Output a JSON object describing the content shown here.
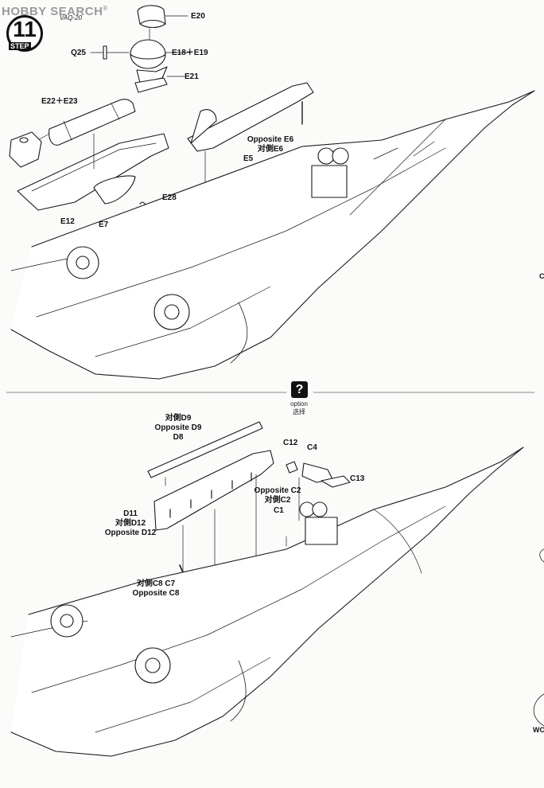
{
  "watermark": {
    "text": "HOBBY SEARCH",
    "reg": "®"
  },
  "step": {
    "number": "11",
    "word": "STEP"
  },
  "top_note": "VAQ-20",
  "option": {
    "icon": "?",
    "label_en": "option",
    "label_zh": "选择"
  },
  "upper_parts": {
    "e20": "E20",
    "e18_e19": "E18＋E19",
    "q25": "Q25",
    "e21": "E21",
    "e22_e23": "E22＋E23",
    "e28": "E28",
    "e12": "E12",
    "e7": "E7",
    "e5": "E5",
    "opp_e6": "Opposite E6",
    "zh_e6": "对側E6"
  },
  "lower_parts": {
    "zh_d9": "对側D9",
    "opp_d9": "Opposite D9",
    "d8": "D8",
    "c12": "C12",
    "c4": "C4",
    "c13": "C13",
    "opp_c2": "Opposite C2",
    "zh_c2": "对側C2",
    "c1": "C1",
    "d11": "D11",
    "zh_d12": "对側D12",
    "opp_d12": "Opposite D12",
    "zh_c8_c7": "对側C8  C7",
    "opp_c8": "Opposite C8"
  },
  "edge_marks": {
    "right_mid": "C",
    "right_bottom": "WC"
  }
}
